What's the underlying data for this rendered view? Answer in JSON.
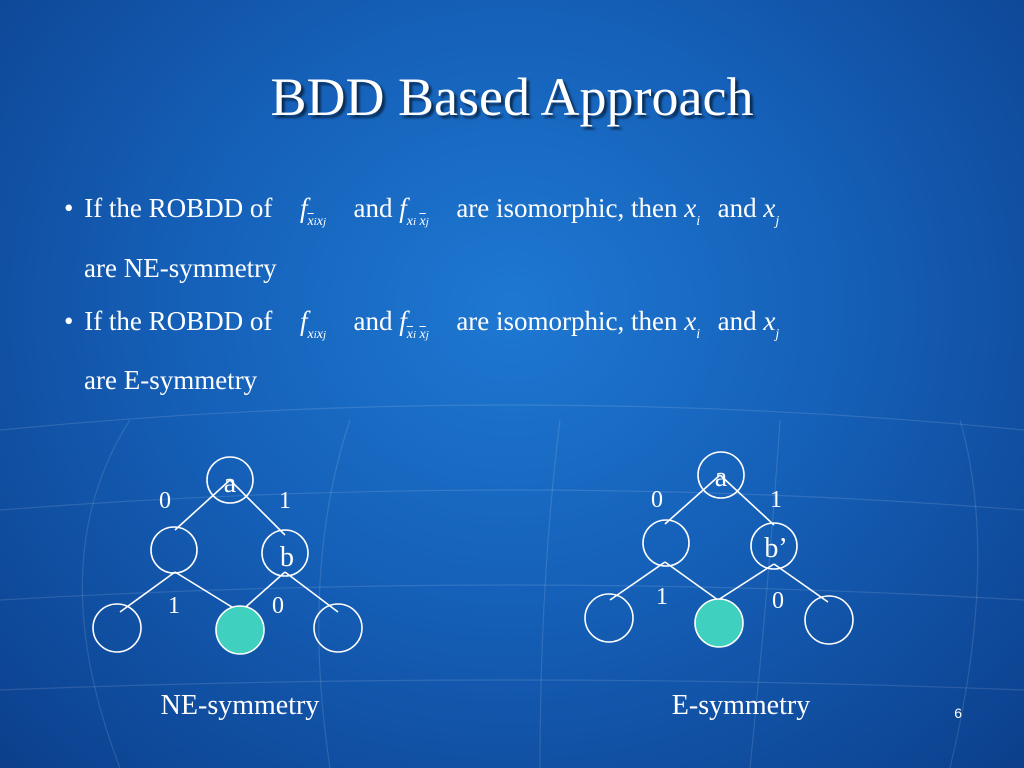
{
  "slide": {
    "title": "BDD Based Approach",
    "page_number": "6"
  },
  "bullets": [
    {
      "bullet": "•",
      "prefix": "If the ROBDD of",
      "conj": "and",
      "suffix": "are isomorphic, then",
      "and": "and",
      "continuation": "are NE-symmetry",
      "f": "f",
      "sub1_a": "x",
      "sub1_b": "i",
      "sub1_c": "x",
      "sub1_d": "j",
      "sub2_a": "x",
      "sub2_b": "i",
      "sub2_c": "x",
      "sub2_d": "j",
      "xi": "x",
      "xi_sub": "i",
      "xj": "x",
      "xj_sub": "j"
    },
    {
      "bullet": "•",
      "prefix": "If the ROBDD of",
      "conj": "and",
      "suffix": "are isomorphic, then",
      "and": "and",
      "continuation": "are E-symmetry",
      "f": "f",
      "sub1_a": "x",
      "sub1_b": "i",
      "sub1_c": "x",
      "sub1_d": "j",
      "sub2_a": "x",
      "sub2_b": "i",
      "sub2_c": "x",
      "sub2_d": "j",
      "xi": "x",
      "xi_sub": "i",
      "xj": "x",
      "xj_sub": "j"
    }
  ],
  "diagrams": [
    {
      "caption": "NE-symmetry",
      "root_label": "a",
      "right_node_label": "b",
      "edge_root_left": "0",
      "edge_root_right": "1",
      "edge_mid_left": "1",
      "edge_mid_right": "0"
    },
    {
      "caption": "E-symmetry",
      "root_label": "a",
      "right_node_label": "b’",
      "edge_root_left": "0",
      "edge_root_right": "1",
      "edge_mid_left": "1",
      "edge_mid_right": "0"
    }
  ],
  "colors": {
    "highlight_fill": "#3fd0c0",
    "node_stroke": "#ffffff"
  }
}
